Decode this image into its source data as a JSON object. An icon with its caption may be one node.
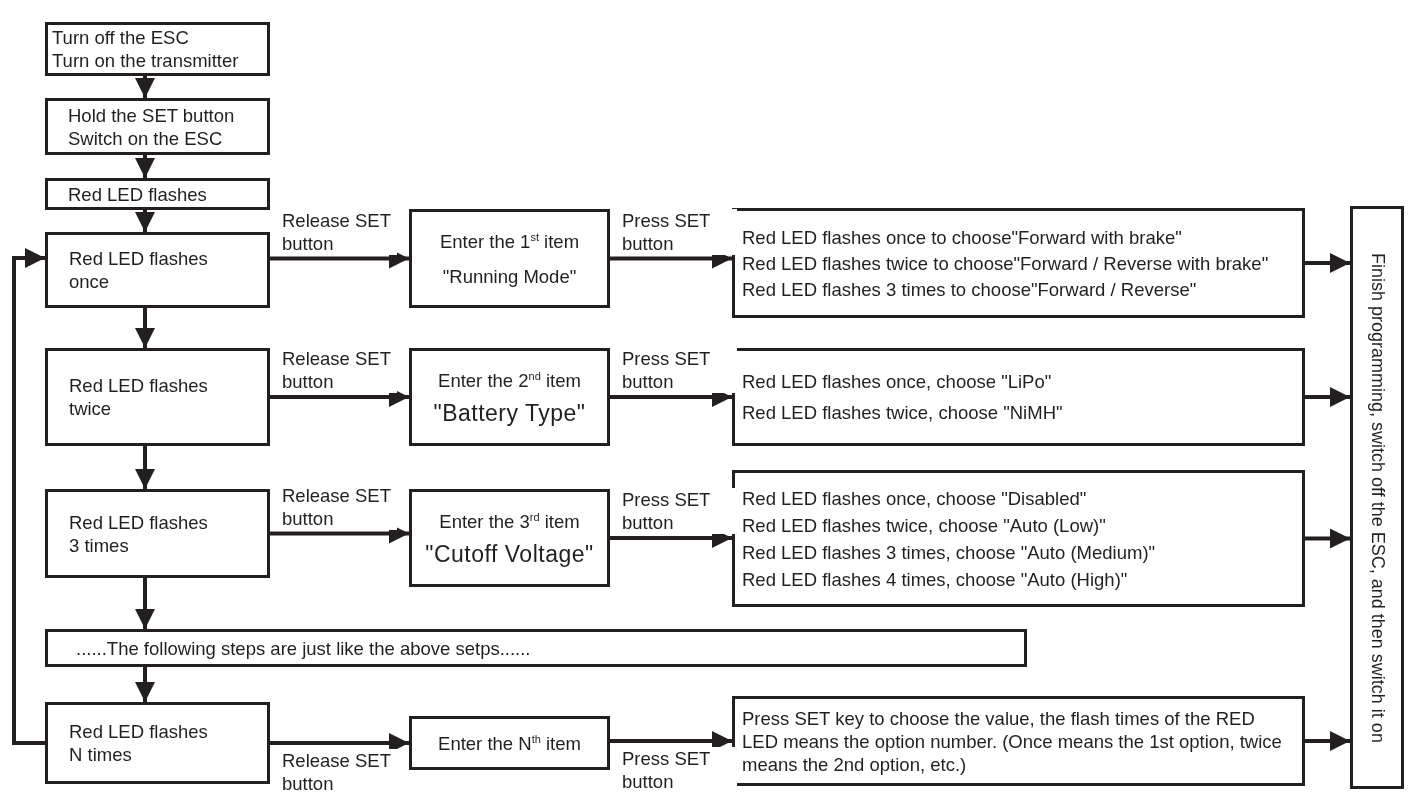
{
  "diagram": {
    "nodes": [
      {
        "text": [
          "Turn off the ESC",
          "Turn on the transmitter"
        ]
      },
      {
        "text": [
          "Hold the SET button",
          "Switch on the ESC"
        ]
      },
      {
        "text": [
          "Red LED flashes"
        ]
      },
      {
        "text": [
          "Red LED flashes once"
        ]
      },
      {
        "text": [
          "Enter the 1$^{st}$ item",
          "\"Running Mode\""
        ]
      },
      {
        "text": [
          "Red LED flashes once to choose\"Forward with brake\"",
          "Red LED flashes twice to choose\"Forward / Reverse with brake\"",
          "Red LED flashes 3 times to choose\"Forward / Reverse\""
        ]
      },
      {
        "text": [
          "Red LED flashes twice"
        ]
      },
      {
        "text": [
          "Enter the 2$^{nd}$ item",
          "\"Battery Type\""
        ]
      },
      {
        "text": [
          "Red LED flashes once, choose \"LiPo\"",
          "Red LED flashes twice, choose \"NiMH\""
        ]
      },
      {
        "text": [
          "Red LED flashes 3 times"
        ]
      },
      {
        "text": [
          "Enter the 3$^{rd}$ item",
          "\"Cutoff Voltage\""
        ]
      },
      {
        "text": [
          "Red LED flashes once, choose \"Disabled\"",
          "Red LED flashes twice, choose \"Auto (Low)\"",
          "Red LED flashes 3 times, choose \"Auto (Medium)\"",
          "Red LED flashes 4 times, choose \"Auto (High)\""
        ]
      },
      {
        "text": [
          "......The following steps are just like the above setps......"
        ]
      },
      {
        "text": [
          "Red LED flashes N times"
        ]
      },
      {
        "text": [
          "Enter the N$^{th}$ item"
        ]
      },
      {
        "text": [
          "Press SET key to choose the value, the flash times of the RED LED means the option number. (Once means the 1st option, twice means the 2nd option, etc.)"
        ]
      },
      {
        "text": [
          "Finish programming, switch off the ESC, and then switch it on"
        ]
      }
    ],
    "edges": [
      {
        "from": 0,
        "to": 1,
        "arrow": "to"
      },
      {
        "from": 1,
        "to": 2,
        "arrow": "to"
      },
      {
        "from": 2,
        "to": 3,
        "arrow": "to"
      },
      {
        "from": 3,
        "to": 4,
        "arrow": "to",
        "label": "Release SET button"
      },
      {
        "from": 4,
        "to": 5,
        "arrow": "to",
        "label": "Press SET button"
      },
      {
        "from": 3,
        "to": 6,
        "arrow": "to"
      },
      {
        "from": 6,
        "to": 7,
        "arrow": "to",
        "label": "Release SET button"
      },
      {
        "from": 7,
        "to": 8,
        "arrow": "to",
        "label": "Press SET button"
      },
      {
        "from": 6,
        "to": 9,
        "arrow": "to"
      },
      {
        "from": 9,
        "to": 10,
        "arrow": "to",
        "label": "Release SET button"
      },
      {
        "from": 10,
        "to": 11,
        "arrow": "to",
        "label": "Press SET button"
      },
      {
        "from": 9,
        "to": 12,
        "arrow": "to"
      },
      {
        "from": 12,
        "to": 13,
        "arrow": "to"
      },
      {
        "from": 13,
        "to": 14,
        "arrow": "to",
        "label": "Release SET button"
      },
      {
        "from": 14,
        "to": 15,
        "arrow": "to",
        "label": "Press SET button"
      },
      {
        "from": 13,
        "to": 3,
        "arrow": "to"
      },
      {
        "from": 5,
        "to": 16,
        "arrow": "to"
      },
      {
        "from": 8,
        "to": 16,
        "arrow": "to"
      },
      {
        "from": 11,
        "to": 16,
        "arrow": "to"
      },
      {
        "from": 15,
        "to": 16,
        "arrow": "to"
      }
    ]
  }
}
